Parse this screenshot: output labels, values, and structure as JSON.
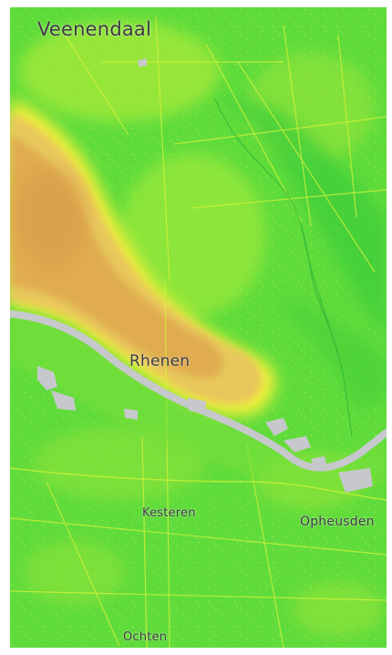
{
  "map": {
    "labels": {
      "veenendaal": "Veenendaal",
      "rhenen": "Rhenen",
      "kesteren": "Kesteren",
      "opheusden": "Opheusden",
      "ochten": "Ochten"
    },
    "colors": {
      "lowland": "#5fdc3c",
      "lowland_dark": "#3fcc38",
      "mid": "#b8ee38",
      "ridge_edge": "#f0ef3a",
      "ridge": "#e8c05a",
      "ridge_high": "#dfa84e",
      "water": "#c6c8cc",
      "label_text": "#3a3a3a",
      "page_background": "#ffffff"
    }
  }
}
